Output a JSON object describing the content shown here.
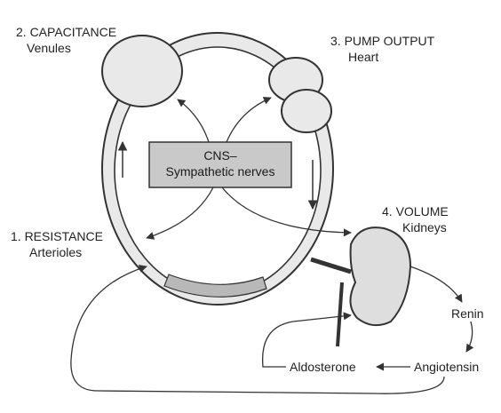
{
  "labels": {
    "capacitance_title": "2. CAPACITANCE",
    "capacitance_sub": "Venules",
    "pump_title": "3. PUMP OUTPUT",
    "pump_sub": "Heart",
    "resistance_title": "1. RESISTANCE",
    "resistance_sub": "Arterioles",
    "volume_title": "4. VOLUME",
    "volume_sub": "Kidneys",
    "cns_line1": "CNS–",
    "cns_line2": "Sympathetic nerves",
    "renin": "Renin",
    "angiotensin": "Angiotensin",
    "aldosterone": "Aldosterone"
  },
  "colors": {
    "vessel_fill": "#e9e9e9",
    "vessel_dark": "#b8b8b8",
    "stroke": "#333333",
    "cns_box_fill": "#c9c9c9",
    "kidney_fill": "#dedede"
  }
}
